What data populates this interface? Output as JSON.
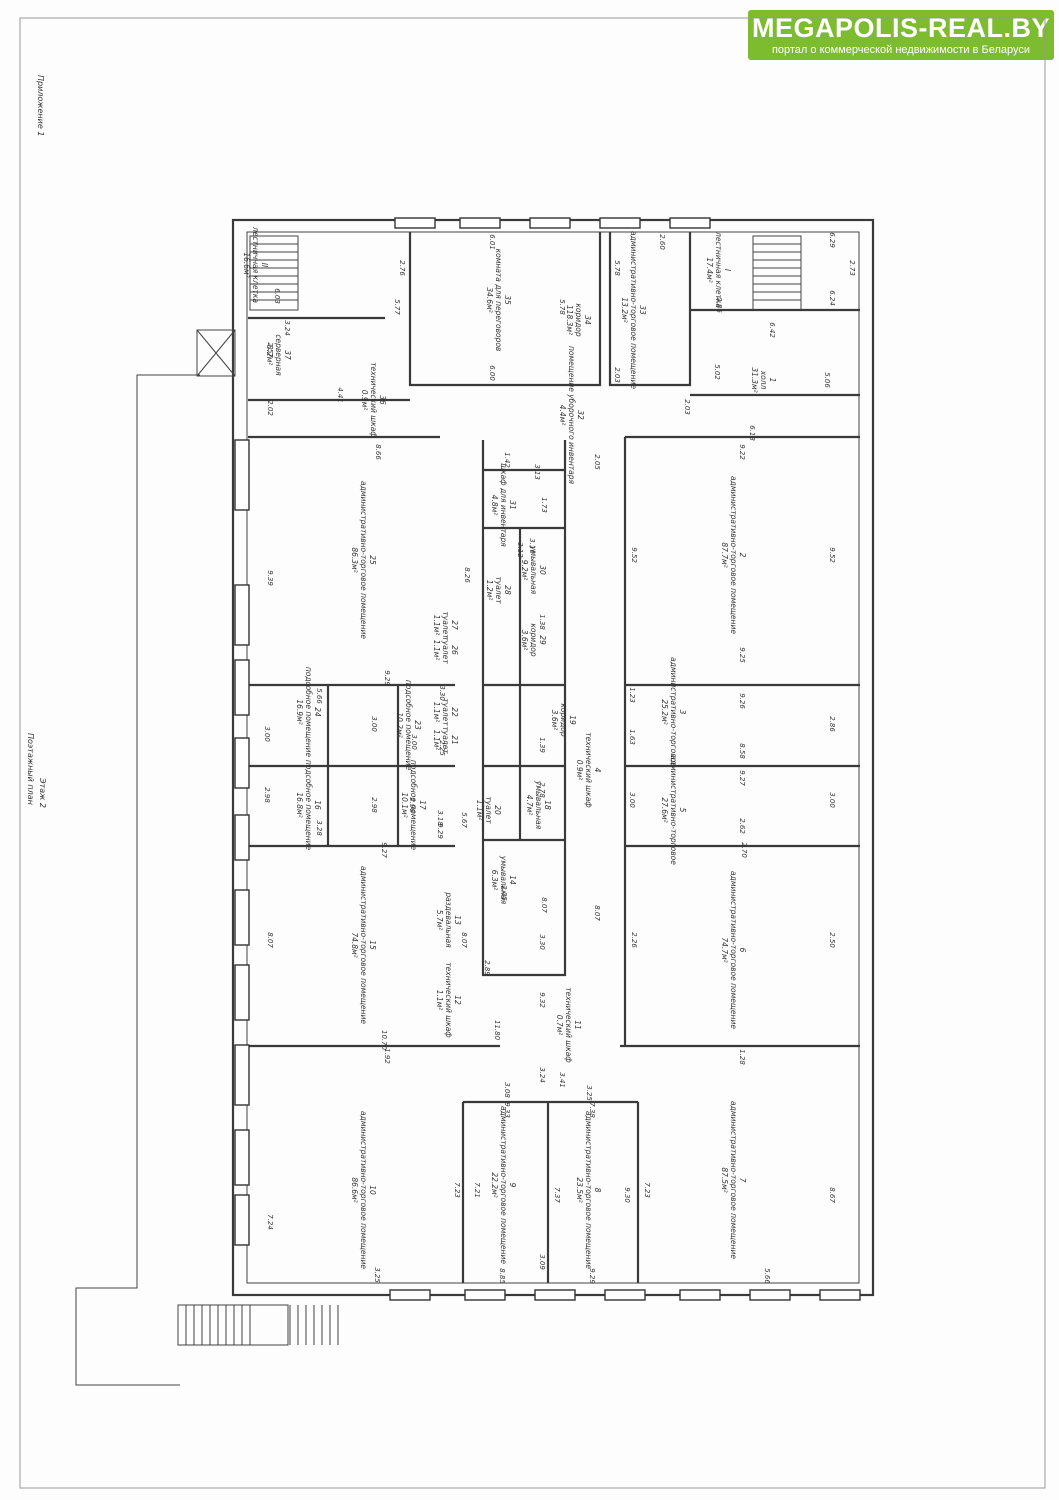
{
  "banner": {
    "title": "MEGAPOLIS-REAL.BY",
    "subtitle": "портал о коммерческой недвижимости в Беларуси",
    "color": "#7cbc2e"
  },
  "sheet": {
    "appendix": "Приложение 1",
    "plan_title": "Поэтажный план",
    "floor": "Этаж 2"
  },
  "rooms": [
    {
      "num": "1",
      "name": "холл",
      "area": "31.3м²"
    },
    {
      "num": "2",
      "name": "административно-торговое помещение",
      "area": "87.7м²"
    },
    {
      "num": "3",
      "name": "административно-торговое",
      "area": "25.2м²"
    },
    {
      "num": "4",
      "name": "технический шкаф",
      "area": "0.9м²"
    },
    {
      "num": "5",
      "name": "административно-торговое",
      "area": "27.6м²"
    },
    {
      "num": "6",
      "name": "административно-торговое помещение",
      "area": "74.7м²"
    },
    {
      "num": "7",
      "name": "административно-торговое помещение",
      "area": "87.5м²"
    },
    {
      "num": "8",
      "name": "административно-торговое помещение",
      "area": "23.5м²"
    },
    {
      "num": "9",
      "name": "административно-торговое помещение",
      "area": "22.2м²"
    },
    {
      "num": "10",
      "name": "административно-торговое помещение",
      "area": "86.6м²"
    },
    {
      "num": "11",
      "name": "технический шкаф",
      "area": "0.7м²"
    },
    {
      "num": "12",
      "name": "технический шкаф",
      "area": "1.1м²"
    },
    {
      "num": "13",
      "name": "раздевальная",
      "area": "5.7м²"
    },
    {
      "num": "14",
      "name": "умывальная",
      "area": "6.3м²"
    },
    {
      "num": "15",
      "name": "административно-торговое помещение",
      "area": "74.8м²"
    },
    {
      "num": "16",
      "name": "подсобное помещение",
      "area": "16.8м²"
    },
    {
      "num": "17",
      "name": "подсобное помещение",
      "area": "10.1м²"
    },
    {
      "num": "18",
      "name": "умывальная",
      "area": "4.7м²"
    },
    {
      "num": "19",
      "name": "коридор",
      "area": "3.6м²"
    },
    {
      "num": "20",
      "name": "туалет",
      "area": "1.1м²"
    },
    {
      "num": "21",
      "name": "туалет",
      "area": "1.1м²"
    },
    {
      "num": "22",
      "name": "туалет",
      "area": "1.1м²"
    },
    {
      "num": "23",
      "name": "подсобное помещение",
      "area": "10.2м²"
    },
    {
      "num": "24",
      "name": "подсобное помещение",
      "area": "16.9м²"
    },
    {
      "num": "25",
      "name": "административно-торговое помещение",
      "area": "86.3м²"
    },
    {
      "num": "26",
      "name": "туалет",
      "area": "1.1м²"
    },
    {
      "num": "27",
      "name": "туалет",
      "area": "1.1м²"
    },
    {
      "num": "28",
      "name": "туалет",
      "area": "1.2м²"
    },
    {
      "num": "29",
      "name": "коридор",
      "area": "3.6м²"
    },
    {
      "num": "30",
      "name": "умывальная",
      "area": "9.2м²"
    },
    {
      "num": "31",
      "name": "шкаф для инвентаря",
      "area": "4.8м²"
    },
    {
      "num": "32",
      "name": "помещение уборочного инвентаря",
      "area": "4.4м²"
    },
    {
      "num": "33",
      "name": "административно-торговое помещение",
      "area": "13.2м²"
    },
    {
      "num": "34",
      "name": "коридор",
      "area": "118.3м²"
    },
    {
      "num": "35",
      "name": "комната для переговоров",
      "area": "34.6м²"
    },
    {
      "num": "36",
      "name": "технический шкаф",
      "area": "0.9м²"
    },
    {
      "num": "37",
      "name": "серверная",
      "area": "8.2м²"
    },
    {
      "num": "I",
      "name": "лестничная клетка",
      "area": "17.4м²"
    },
    {
      "num": "II",
      "name": "лестничная клетка",
      "area": "16.6м²"
    }
  ],
  "dimensions": [
    "6.29",
    "2.73",
    "6.24",
    "2.86",
    "6.42",
    "5.02",
    "5.06",
    "6.18",
    "2.03",
    "2.60",
    "5.78",
    "2.03",
    "6.01",
    "5.77",
    "5.78",
    "6.00",
    "2.76",
    "6.03",
    "3.24",
    "2.57",
    "4.41",
    "2.02",
    "8.66",
    "9.22",
    "2.05",
    "1.42",
    "3.13",
    "1.73",
    "9.52",
    "9.52",
    "8.26",
    "3.16",
    "3.12",
    "1.38",
    "9.25",
    "9.26",
    "9.39",
    "9.29",
    "5.66",
    "3.30",
    "2.25",
    "1.23",
    "1.63",
    "2.86",
    "8.58",
    "3.00",
    "3.00",
    "3.00",
    "1.39",
    "2.78",
    "9.27",
    "3.00",
    "3.00",
    "2.98",
    "2.98",
    "2.98",
    "3.18",
    "5.67",
    "3.28",
    "9.29",
    "9.27",
    "2.62",
    "2.70",
    "2.05",
    "8.07",
    "8.07",
    "8.07",
    "8.07",
    "2.26",
    "2.50",
    "3.30",
    "2.89",
    "9.32",
    "11.80",
    "10.70",
    "1.92",
    "1.28",
    "3.24",
    "3.41",
    "3.08",
    "3.25",
    "9.33",
    "7.38",
    "7.24",
    "7.23",
    "7.21",
    "7.37",
    "9.30",
    "7.23",
    "8.67",
    "3.09",
    "3.25",
    "8.85",
    "9.29",
    "5.66"
  ]
}
